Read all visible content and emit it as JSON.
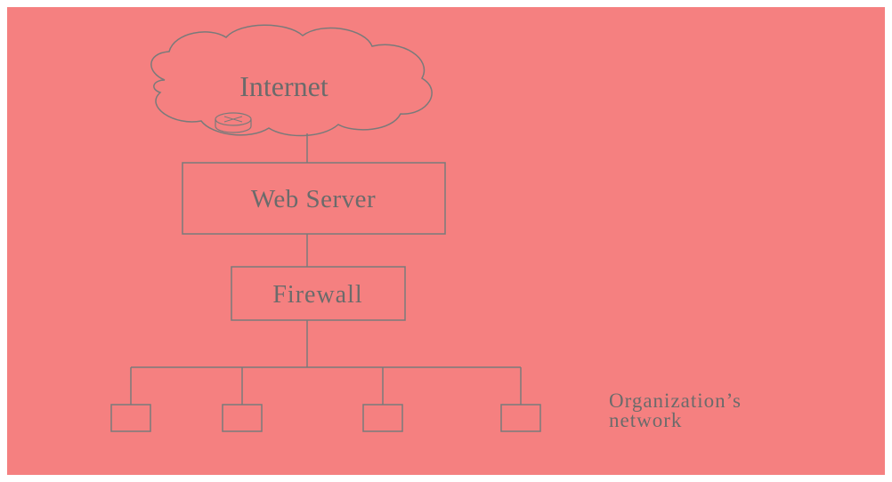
{
  "diagram": {
    "nodes": {
      "internet": {
        "label": "Internet"
      },
      "web_server": {
        "label": "Web Server"
      },
      "firewall": {
        "label": "Firewall"
      }
    },
    "network_label": {
      "line1": "Organization’s",
      "line2": "network"
    },
    "network_node_count": 4
  },
  "colors": {
    "background": "#f58080",
    "stroke": "#7a7a7a",
    "text": "#6b6b6b"
  }
}
